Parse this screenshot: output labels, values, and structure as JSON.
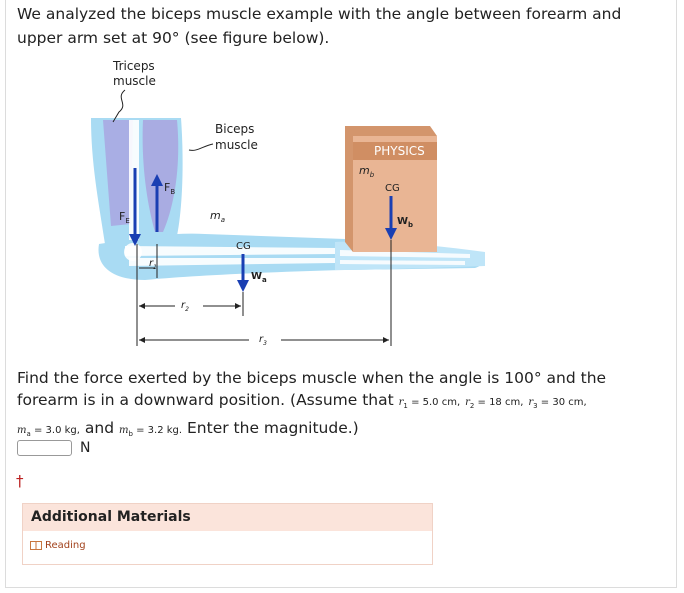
{
  "intro": "We analyzed the biceps muscle example with the angle between forearm and upper arm set at 90° (see figure below).",
  "figure": {
    "triceps": [
      "Triceps",
      "muscle"
    ],
    "biceps": [
      "Biceps",
      "muscle"
    ],
    "book_title": "PHYSICS",
    "ma": "m",
    "ma_sub": "a",
    "mb": "m",
    "mb_sub": "b",
    "cg": "CG",
    "fe": "F",
    "fe_sub": "E",
    "fb": "F",
    "fb_sub": "B",
    "wa": "W",
    "wa_sub": "a",
    "wb": "W",
    "wb_sub": "b",
    "r1": "r",
    "r1_sub": "1",
    "r2": "r",
    "r2_sub": "2",
    "r3": "r",
    "r3_sub": "3",
    "colors": {
      "arm": "#a9dbf3",
      "bone": "#ffffff",
      "muscle": "#a9a6e0",
      "book": "#e9b594",
      "arrow": "#1a3fb3"
    }
  },
  "question": {
    "part1": "Find the force exerted by the biceps muscle when the angle is 100° and the forearm is in a downward position. (Assume that",
    "r1_val": "= 5.0 cm,",
    "r2_val": "= 18 cm,",
    "r3_val": "= 30 cm,",
    "ma_val": "= 3.0 kg,",
    "and": "and",
    "mb_val": "= 3.2 kg.",
    "part2": "Enter the magnitude.)"
  },
  "answer": {
    "value": "",
    "unit": "N"
  },
  "dagger": "†",
  "materials": {
    "heading": "Additional Materials",
    "link": "Reading"
  }
}
